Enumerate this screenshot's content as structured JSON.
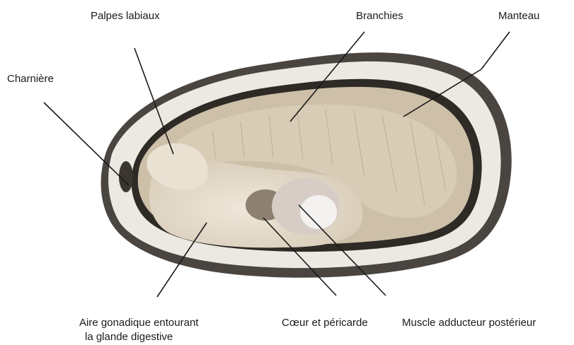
{
  "labels": {
    "palpes": "Palpes labiaux",
    "branchies": "Branchies",
    "manteau": "Manteau",
    "charniere": "Charnière",
    "gonade_l1": "Aire gonadique entourant",
    "gonade_l2": "la glande digestive",
    "coeur": "Cœur et péricarde",
    "muscle": "Muscle adducteur postérieur"
  },
  "colors": {
    "background": "#ffffff",
    "leader_lines": "#1a1a1a",
    "shell_outer": "#4a4540",
    "shell_nacre": "#ece8e2",
    "mantle_edge": "#2e2a26",
    "gills": "#d8ccb6",
    "body": "#e6dccb",
    "muscle": "#d7cdc6"
  }
}
